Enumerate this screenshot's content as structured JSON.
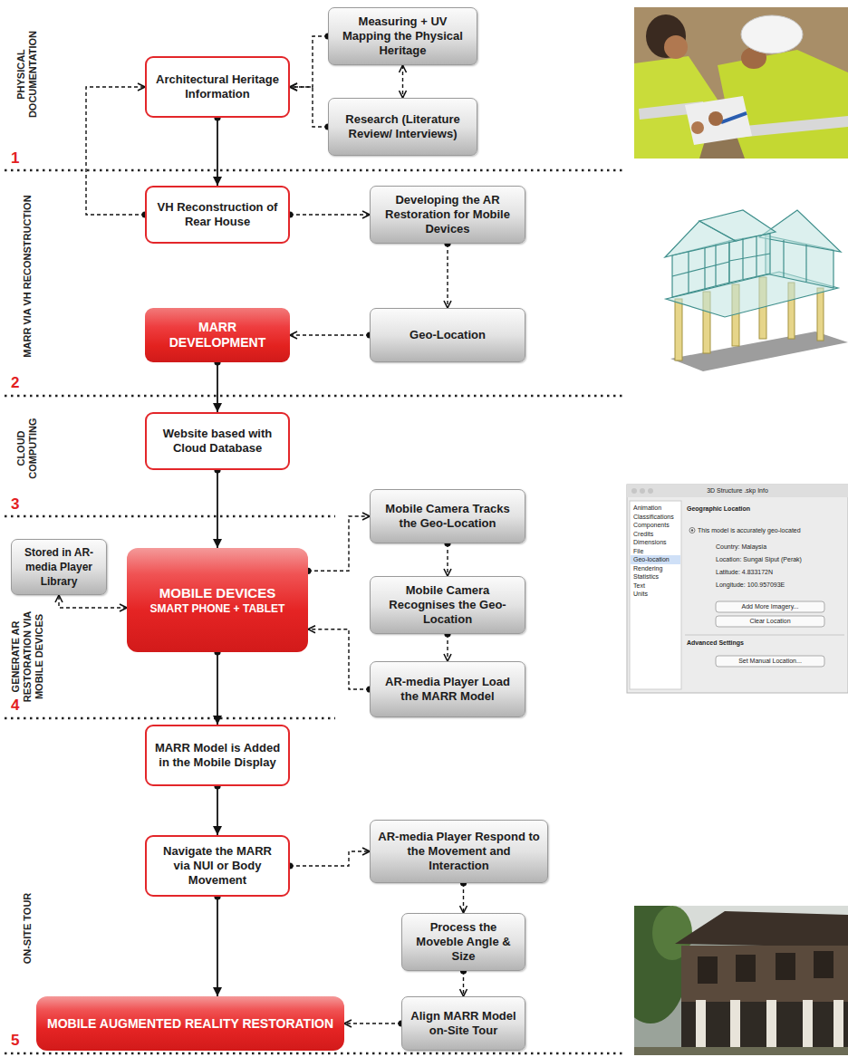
{
  "diagram": {
    "nodes": [
      {
        "text": [
          "Architectural Heritage Information"
        ]
      },
      {
        "text": [
          "Measuring + UV Mapping the Physical Heritage"
        ]
      },
      {
        "text": [
          "Research (Literature Review/ Interviews)"
        ]
      },
      {
        "text": [
          "VH Reconstruction of Rear House"
        ]
      },
      {
        "text": [
          "Developing the AR Restoration for Mobile Devices"
        ]
      },
      {
        "text": [
          "MARR DEVELOPMENT"
        ]
      },
      {
        "text": [
          "Geo-Location"
        ]
      },
      {
        "text": [
          "Website based with Cloud Database"
        ]
      },
      {
        "text": [
          "Stored in AR-media Player Library"
        ]
      },
      {
        "text": [
          "MOBILE DEVICES",
          "SMART PHONE + TABLET"
        ]
      },
      {
        "text": [
          "Mobile Camera Tracks the Geo-Location"
        ]
      },
      {
        "text": [
          "Mobile Camera Recognises the Geo-Location"
        ]
      },
      {
        "text": [
          "AR-media Player Load the MARR Model"
        ]
      },
      {
        "text": [
          "MARR Model is Added in the Mobile Display"
        ]
      },
      {
        "text": [
          "Navigate the MARR via NUI or Body Movement"
        ]
      },
      {
        "text": [
          "AR-media Player Respond to the Movement and Interaction"
        ]
      },
      {
        "text": [
          "Process the Moveble Angle & Size"
        ]
      },
      {
        "text": [
          "Align MARR Model on-Site Tour"
        ]
      },
      {
        "text": [
          "MOBILE AUGMENTED REALITY RESTORATION"
        ]
      }
    ],
    "edges": [
      {
        "from": 1,
        "to": 2,
        "arrow": "both"
      },
      {
        "from": 1,
        "to": 0,
        "arrow": "to"
      },
      {
        "from": 2,
        "to": 0,
        "arrow": "to"
      },
      {
        "from": 0,
        "to": 3,
        "arrow": "to"
      },
      {
        "from": 3,
        "to": 0,
        "arrow": "to"
      },
      {
        "from": 3,
        "to": 4,
        "arrow": "to"
      },
      {
        "from": 4,
        "to": 6,
        "arrow": "to"
      },
      {
        "from": 6,
        "to": 5,
        "arrow": "to"
      },
      {
        "from": 5,
        "to": 7,
        "arrow": "to"
      },
      {
        "from": 7,
        "to": 9,
        "arrow": "to"
      },
      {
        "from": 9,
        "to": 10,
        "arrow": "to"
      },
      {
        "from": 10,
        "to": 11,
        "arrow": "to"
      },
      {
        "from": 11,
        "to": 12,
        "arrow": "to"
      },
      {
        "from": 12,
        "to": 9,
        "arrow": "to"
      },
      {
        "from": 9,
        "to": 8,
        "arrow": "both"
      },
      {
        "from": 9,
        "to": 13,
        "arrow": "to"
      },
      {
        "from": 13,
        "to": 14,
        "arrow": "to"
      },
      {
        "from": 14,
        "to": 15,
        "arrow": "to"
      },
      {
        "from": 15,
        "to": 16,
        "arrow": "to"
      },
      {
        "from": 16,
        "to": 17,
        "arrow": "to"
      },
      {
        "from": 17,
        "to": 18,
        "arrow": "to"
      },
      {
        "from": 14,
        "to": 18,
        "arrow": "to"
      }
    ],
    "labels": [
      "PHYSICAL DOCUMENTATION",
      "1",
      "MARR VIA VH RECONSTRUCTION",
      "2",
      "CLOUD COMPUTING",
      "3",
      "GENERATE AR RESTORATION VIA MOBILE DEVICES",
      "4",
      "ON-SITE TOUR",
      "5",
      "3D Structure .skp Info",
      "Animation",
      "Classifications",
      "Components",
      "Credits",
      "Dimensions",
      "File",
      "Geo-location",
      "Rendering",
      "Statistics",
      "Text",
      "Units",
      "Geographic Location",
      "This model is accurately geo-located",
      "Country: Malaysia",
      "Location: Sungai Siput (Perak)",
      "Latitude: 4.833172N",
      "Longitude: 100.957093E",
      "Add More Imagery...",
      "Clear Location",
      "Advanced Settings",
      "Set Manual Location..."
    ]
  }
}
